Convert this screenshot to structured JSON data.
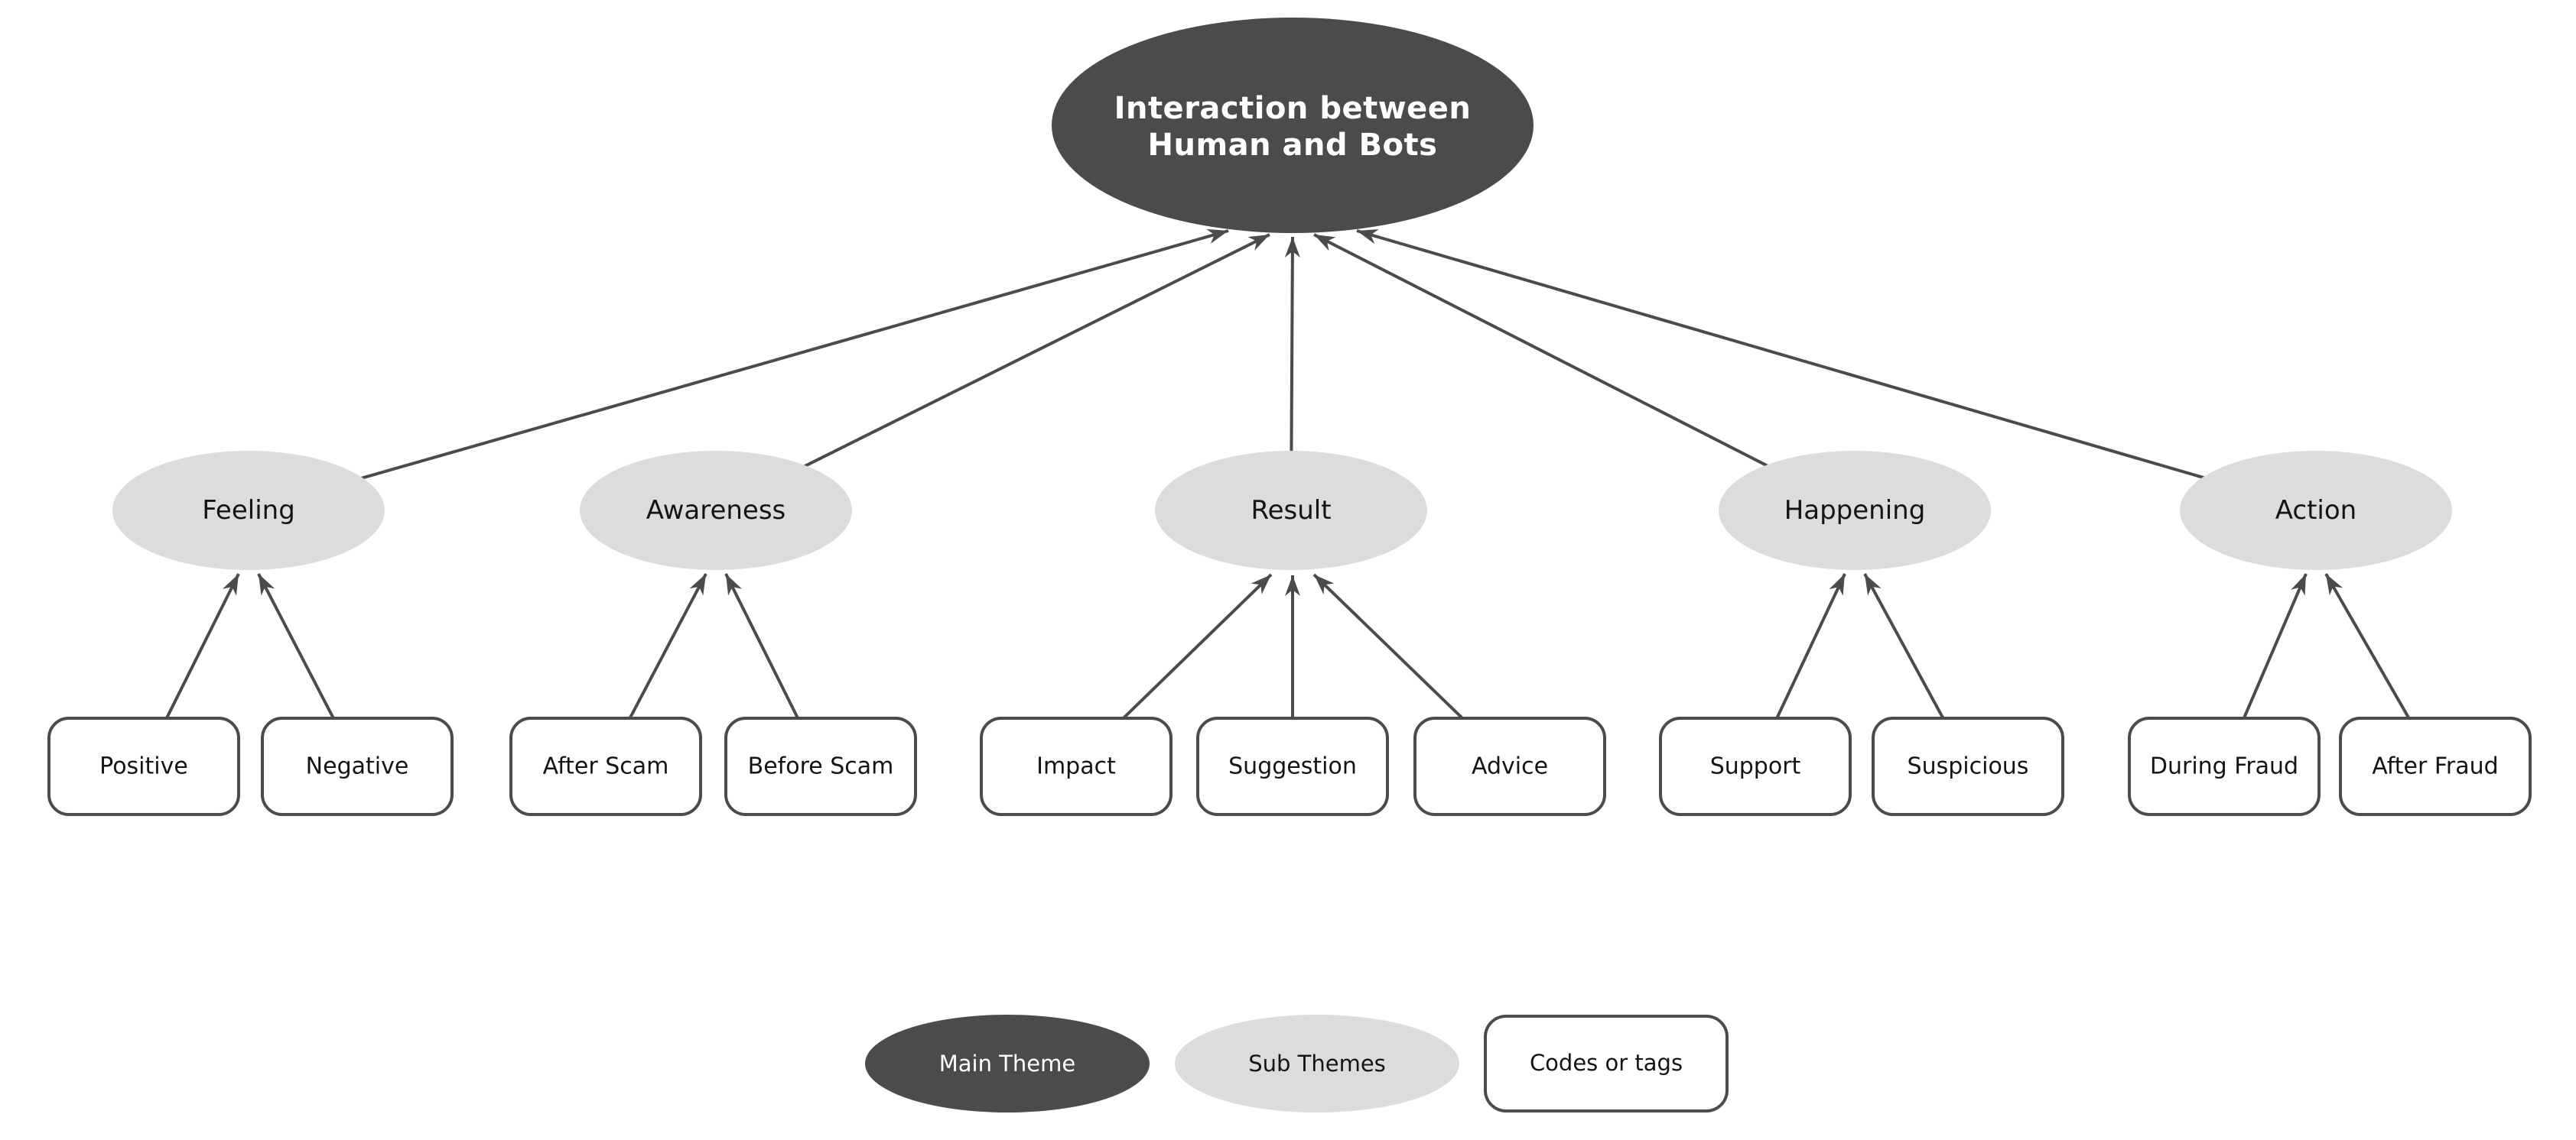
{
  "title": {
    "line1": "Interaction between",
    "line2": "Human and Bots",
    "full": "Interaction between Human and Bots"
  },
  "themes": [
    {
      "label": "Feeling",
      "codes": [
        "Positive",
        "Negative"
      ]
    },
    {
      "label": "Awareness",
      "codes": [
        "After Scam",
        "Before Scam"
      ]
    },
    {
      "label": "Result",
      "codes": [
        "Impact",
        "Suggestion",
        "Advice"
      ]
    },
    {
      "label": "Happening",
      "codes": [
        "Support",
        "Suspicious"
      ]
    },
    {
      "label": "Action",
      "codes": [
        "During Fraud",
        "After Fraud"
      ]
    }
  ],
  "legend": {
    "main_theme": "Main Theme",
    "sub_themes": "Sub Themes",
    "codes_or_tags": "Codes or tags"
  },
  "colors": {
    "node_dark": "#4b4b4b",
    "node_light": "#dcdcdc",
    "code_fill": "#ffffff",
    "line": "#4b4b4b",
    "text_dark": "#141414",
    "text_light": "#ffffff",
    "background": "#ffffff"
  }
}
